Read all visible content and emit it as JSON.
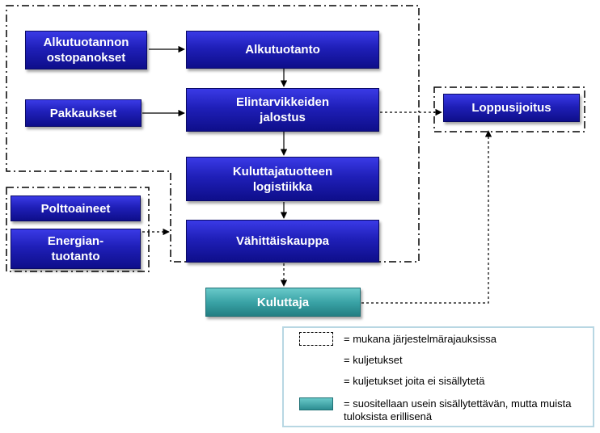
{
  "boxes": {
    "alkutuotannon_ostopanokset": "Alkutuotannon\nostopanokset",
    "alkutuotanto": "Alkutuotanto",
    "pakkaukset": "Pakkaukset",
    "elintarvikkeiden_jalostus": "Elintarvikkeiden\njalostus",
    "loppusijoitus": "Loppusijoitus",
    "kuluttajatuotteen_logistiikka": "Kuluttajatuotteen\nlogistiikka",
    "polttoaineet": "Polttoaineet",
    "energiantuotanto": "Energian-\ntuotanto",
    "vahittaiskauppa": "Vähittäiskauppa",
    "kuluttaja": "Kuluttaja"
  },
  "colors": {
    "process_box": "#1f1fb8",
    "consumer_box": "#3aa3a6",
    "legend_border": "#b8d7e3"
  },
  "legend": {
    "boundary": "= mukana järjestelmärajauksissa",
    "transport": "= kuljetukset",
    "transport_excluded": "= kuljetukset joita ei sisällytetä",
    "separate": "= suositellaan  usein sisällytettävän, mutta muista tuloksista erillisenä"
  }
}
